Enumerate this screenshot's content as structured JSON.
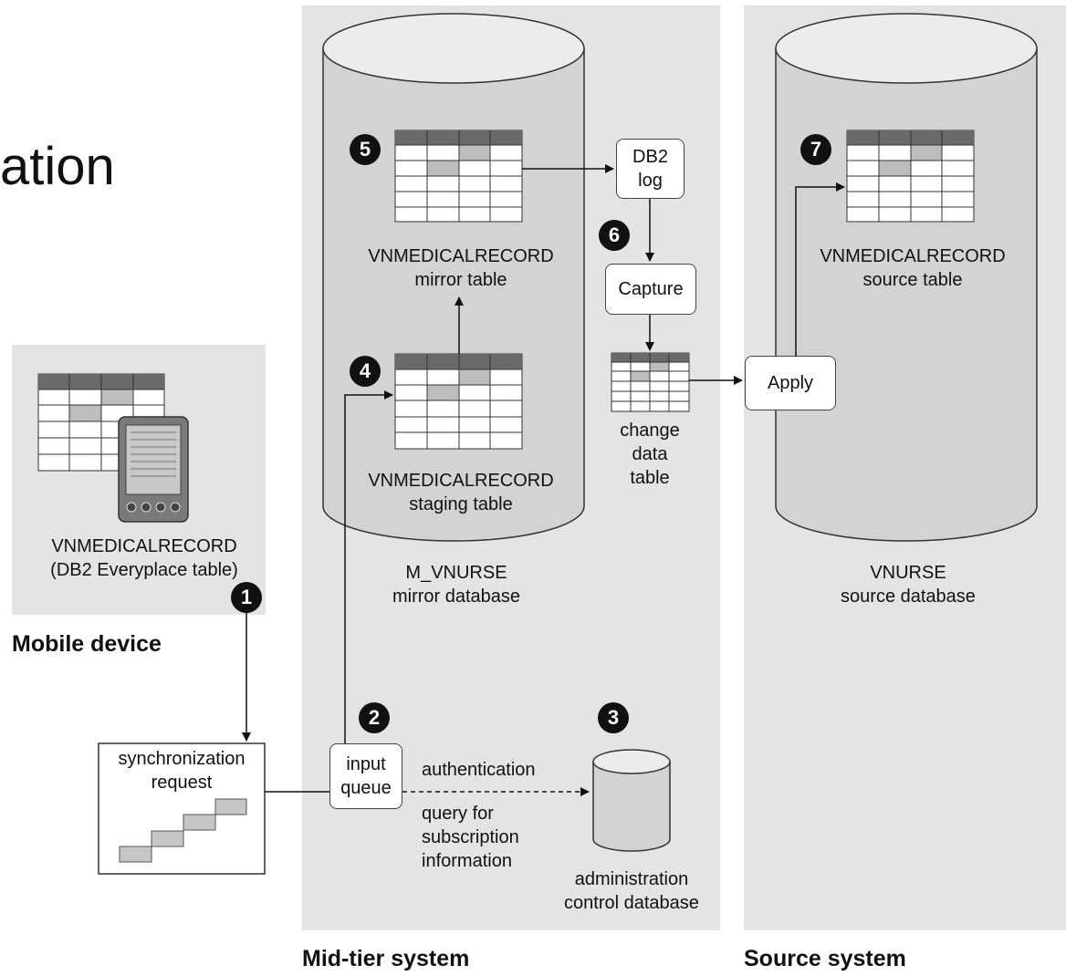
{
  "title_fragment": "ation",
  "sections": {
    "mobile": "Mobile device",
    "midtier": "Mid-tier system",
    "source": "Source system"
  },
  "mobile_table": {
    "name": "VNMEDICALRECORD",
    "desc": "(DB2 Everyplace table)"
  },
  "sync_request": [
    "synchronization",
    "request"
  ],
  "input_queue": [
    "input",
    "queue"
  ],
  "auth_label": "authentication",
  "query_label": [
    "query for",
    "subscription",
    "information"
  ],
  "admin_db": [
    "administration",
    "control database"
  ],
  "mirror_table": [
    "VNMEDICALRECORD",
    "mirror table"
  ],
  "staging_table": [
    "VNMEDICALRECORD",
    "staging table"
  ],
  "mirror_db": [
    "M_VNURSE",
    "mirror database"
  ],
  "db2log": [
    "DB2",
    "log"
  ],
  "capture": "Capture",
  "apply": "Apply",
  "change_table": [
    "change",
    "data",
    "table"
  ],
  "source_table": [
    "VNMEDICALRECORD",
    "source table"
  ],
  "source_db": [
    "VNURSE",
    "source database"
  ],
  "steps": [
    "1",
    "2",
    "3",
    "4",
    "5",
    "6",
    "7"
  ],
  "colors": {
    "panel": "#e4e4e4",
    "cylinder": "#d3d3d3",
    "header": "#6a6a6a",
    "highlight": "#bdbdbd"
  }
}
